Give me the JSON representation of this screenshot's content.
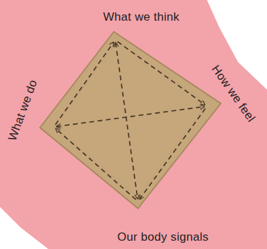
{
  "diagram": {
    "nodes": [
      {
        "text": [
          "What we think"
        ]
      },
      {
        "text": [
          "How we feel"
        ]
      },
      {
        "text": [
          "Our body signals"
        ]
      },
      {
        "text": [
          "What we do"
        ]
      }
    ],
    "edges": [
      {
        "from": 0,
        "to": 1,
        "arrow": "to"
      },
      {
        "from": 1,
        "to": 2,
        "arrow": "to"
      },
      {
        "from": 2,
        "to": 3,
        "arrow": "to"
      },
      {
        "from": 3,
        "to": 0,
        "arrow": "to"
      },
      {
        "from": 0,
        "to": 2,
        "arrow": "both"
      },
      {
        "from": 3,
        "to": 1,
        "arrow": "both"
      }
    ]
  }
}
